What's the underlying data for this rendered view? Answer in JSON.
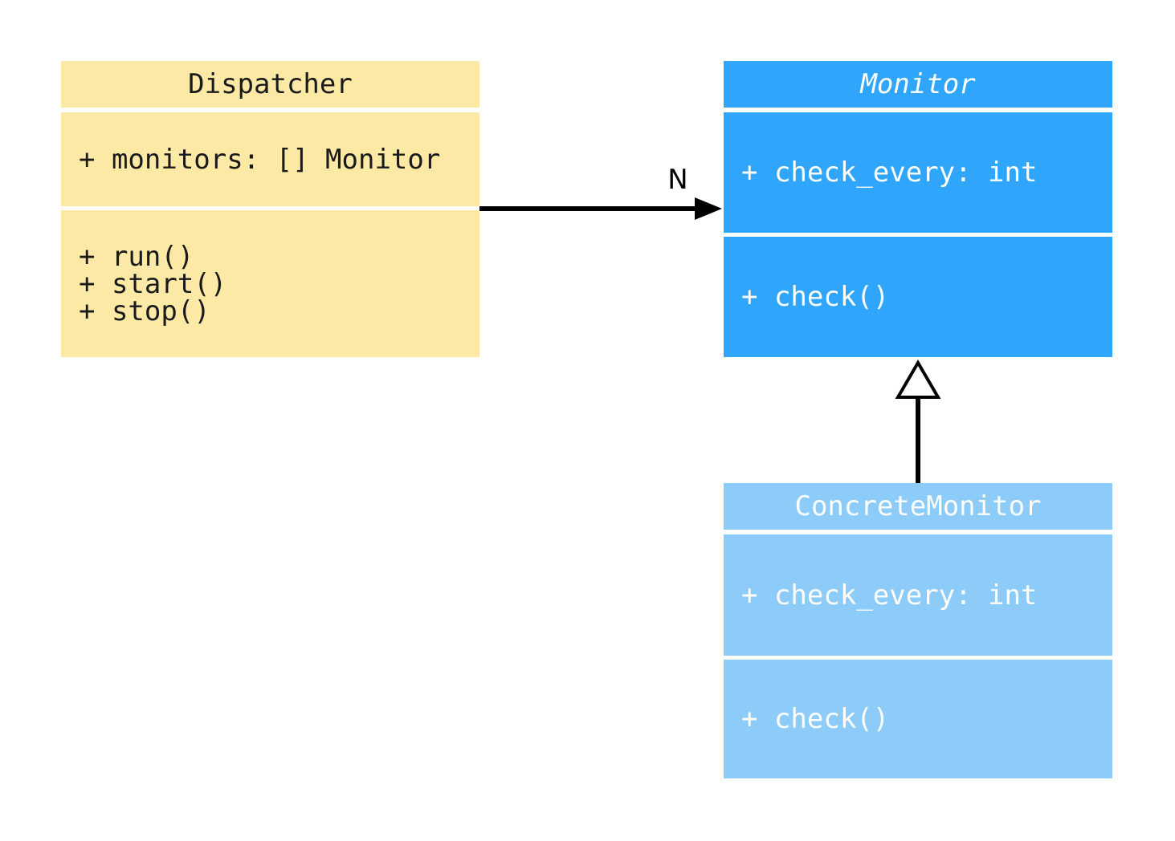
{
  "diagram": {
    "kind": "uml-class-diagram",
    "background": "#ffffff"
  },
  "colors": {
    "dispatcher_fill": "#FCE9A5",
    "monitor_fill": "#2FA6FB",
    "concrete_monitor_fill": "#8DCBF8",
    "dark_text": "#1a1a1a",
    "light_text": "#ffffff",
    "connector": "#000000"
  },
  "classes": [
    {
      "name": "Dispatcher",
      "name_italic": false,
      "attributes": [
        "+ monitors: [] Monitor"
      ],
      "methods": [
        "+ run()",
        "+ start()",
        "+ stop()"
      ]
    },
    {
      "name": "Monitor",
      "name_italic": true,
      "attributes": [
        "+ check_every: int"
      ],
      "methods": [
        "+ check()"
      ]
    },
    {
      "name": "ConcreteMonitor",
      "name_italic": false,
      "attributes": [
        "+ check_every: int"
      ],
      "methods": [
        "+ check()"
      ]
    }
  ],
  "relationships": [
    {
      "type": "association",
      "from": "Dispatcher",
      "to": "Monitor",
      "multiplicity_label": "N"
    },
    {
      "type": "inheritance",
      "from": "ConcreteMonitor",
      "to": "Monitor"
    }
  ]
}
